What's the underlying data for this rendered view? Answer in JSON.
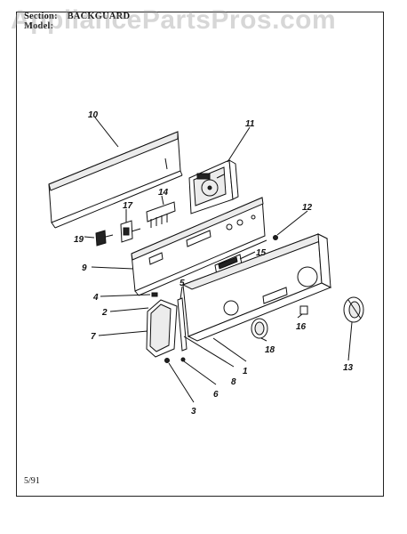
{
  "header": {
    "section_label": "Section:",
    "section_value": "BACKGUARD",
    "model_label": "Model:"
  },
  "watermark": "AppliancePartsPros.com",
  "footer": {
    "date_code": "5/91"
  },
  "callouts": [
    "10",
    "11",
    "14",
    "17",
    "19",
    "12",
    "9",
    "15",
    "4",
    "5",
    "2",
    "7",
    "18",
    "16",
    "1",
    "13",
    "8",
    "6",
    "3"
  ]
}
